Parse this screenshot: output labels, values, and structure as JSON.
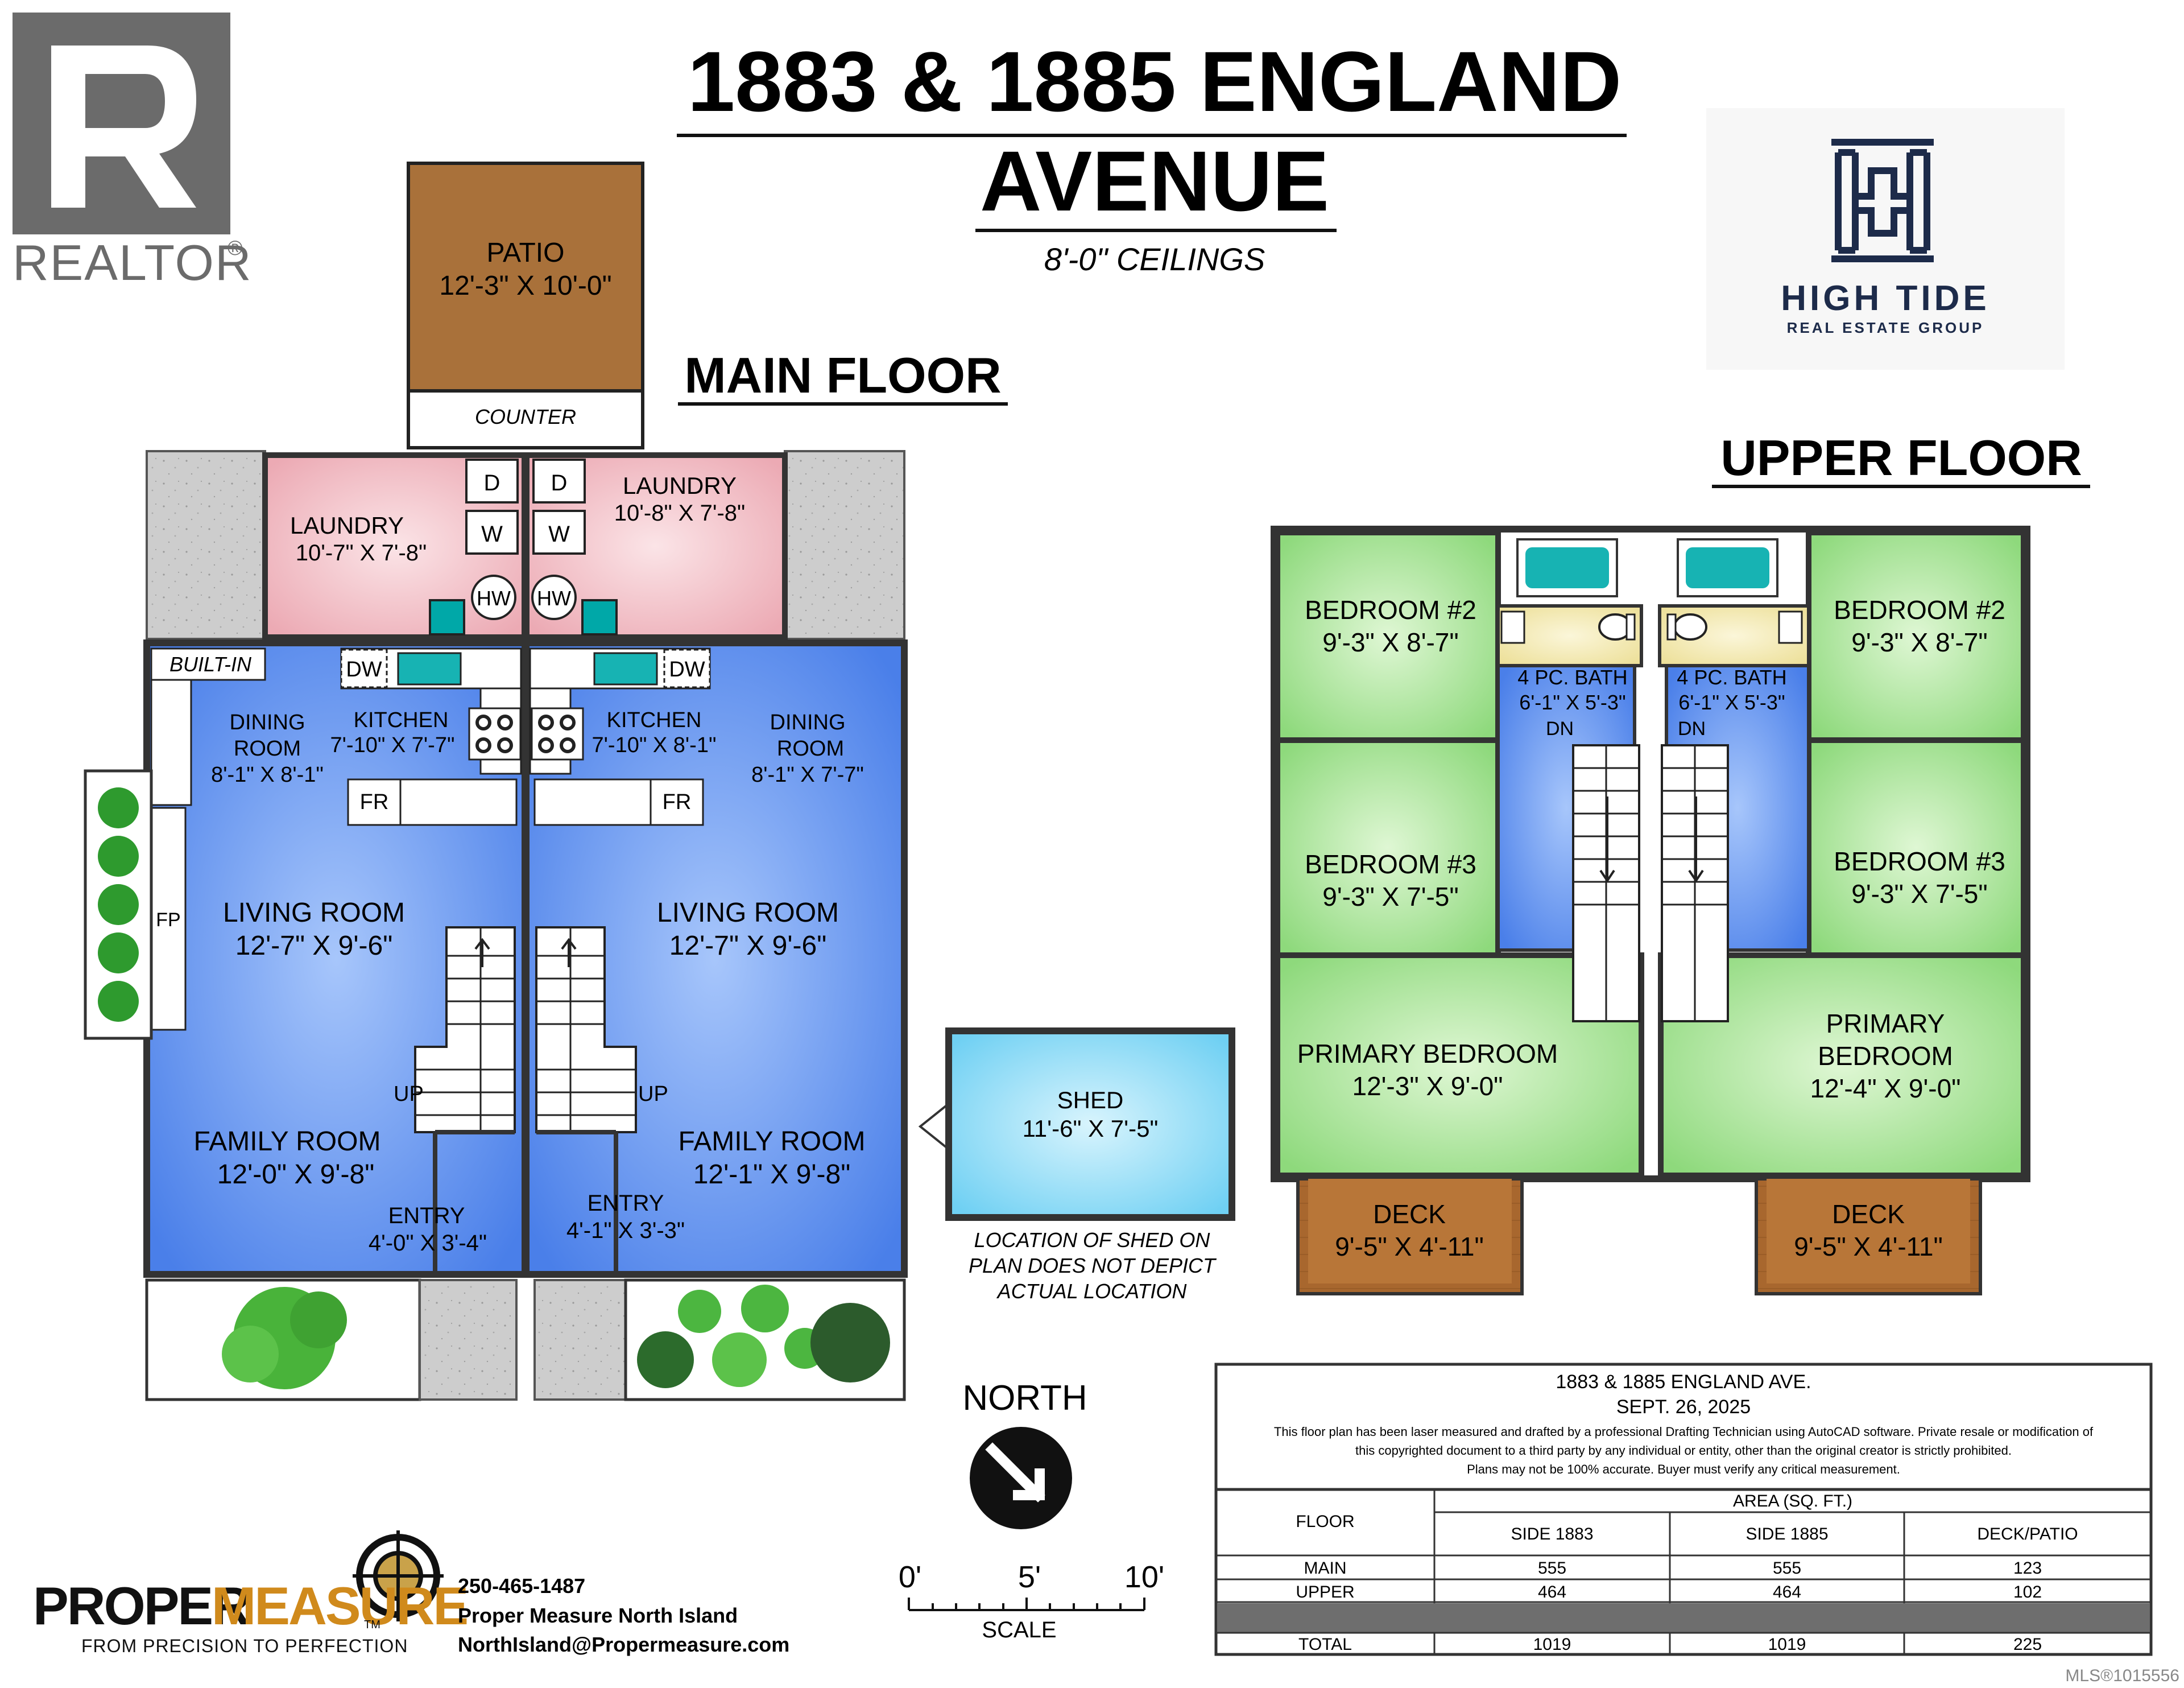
{
  "header": {
    "title_line1": "1883 & 1885 ENGLAND",
    "title_line2": "AVENUE",
    "ceilings": "8'-0\" CEILINGS"
  },
  "realtor": {
    "wordmark": "REALTOR",
    "reg": "®"
  },
  "brokerage": {
    "name": "HIGH TIDE",
    "tagline": "REAL ESTATE GROUP"
  },
  "main_floor": {
    "heading": "MAIN FLOOR",
    "patio": {
      "name": "PATIO",
      "dims": "12'-3\" X 10'-0\""
    },
    "counter": "COUNTER",
    "built_in": "BUILT-IN",
    "fp": "FP",
    "appliances": {
      "dryer": "D",
      "washer": "W",
      "hot_water": "HW",
      "dishwasher": "DW",
      "fridge": "FR"
    },
    "left": {
      "laundry": {
        "name": "LAUNDRY",
        "dims": "10'-7\" X 7'-8\""
      },
      "dining": {
        "name1": "DINING",
        "name2": "ROOM",
        "dims": "8'-1\" X 8'-1\""
      },
      "kitchen": {
        "name": "KITCHEN",
        "dims": "7'-10\" X 7'-7\""
      },
      "living": {
        "name": "LIVING ROOM",
        "dims": "12'-7\" X 9'-6\""
      },
      "family": {
        "name": "FAMILY ROOM",
        "dims": "12'-0\" X 9'-8\""
      },
      "entry": {
        "name": "ENTRY",
        "dims": "4'-0\" X 3'-4\""
      },
      "stairs_label": "UP"
    },
    "right": {
      "laundry": {
        "name": "LAUNDRY",
        "dims": "10'-8\" X 7'-8\""
      },
      "dining": {
        "name1": "DINING",
        "name2": "ROOM",
        "dims": "8'-1\" X 7'-7\""
      },
      "kitchen": {
        "name": "KITCHEN",
        "dims": "7'-10\" X 8'-1\""
      },
      "living": {
        "name": "LIVING ROOM",
        "dims": "12'-7\" X 9'-6\""
      },
      "family": {
        "name": "FAMILY ROOM",
        "dims": "12'-1\" X 9'-8\""
      },
      "entry": {
        "name": "ENTRY",
        "dims": "4'-1\" X 3'-3\""
      },
      "stairs_label": "UP"
    }
  },
  "shed": {
    "name": "SHED",
    "dims": "11'-6\" X 7'-5\"",
    "note_line1": "LOCATION OF SHED ON",
    "note_line2": "PLAN DOES NOT DEPICT",
    "note_line3": "ACTUAL LOCATION"
  },
  "upper_floor": {
    "heading": "UPPER FLOOR",
    "left": {
      "bedroom2": {
        "name": "BEDROOM #2",
        "dims": "9'-3\" X 8'-7\""
      },
      "bedroom3": {
        "name": "BEDROOM #3",
        "dims": "9'-3\" X 7'-5\""
      },
      "bath": {
        "name": "4 PC. BATH",
        "dims": "6'-1\" X 5'-3\""
      },
      "stairs_label": "DN",
      "primary": {
        "name": "PRIMARY BEDROOM",
        "dims": "12'-3\" X 9'-0\""
      },
      "deck": {
        "name": "DECK",
        "dims": "9'-5\" X 4'-11\""
      }
    },
    "right": {
      "bedroom2": {
        "name": "BEDROOM #2",
        "dims": "9'-3\" X 8'-7\""
      },
      "bedroom3": {
        "name": "BEDROOM #3",
        "dims": "9'-3\" X 7'-5\""
      },
      "bath": {
        "name": "4 PC. BATH",
        "dims": "6'-1\" X 5'-3\""
      },
      "stairs_label": "DN",
      "primary": {
        "name1": "PRIMARY",
        "name2": "BEDROOM",
        "dims": "12'-4\" X 9'-0\""
      },
      "deck": {
        "name": "DECK",
        "dims": "9'-5\" X 4'-11\""
      }
    }
  },
  "compass": {
    "label": "NORTH"
  },
  "scale": {
    "t0": "0'",
    "t5": "5'",
    "t10": "10'",
    "label": "SCALE"
  },
  "info_box": {
    "address": "1883 & 1885 ENGLAND AVE.",
    "date": "SEPT. 26, 2025",
    "disclaimer_line1": "This floor plan has been laser measured and drafted by a professional Drafting Technician using AutoCAD software. Private resale or modification of",
    "disclaimer_line2": "this copyrighted document to a third party by any individual or entity, other than the original creator is strictly prohibited.",
    "disclaimer_line3": "Plans may not be 100% accurate.  Buyer must verify any critical measurement.",
    "floor_header": "FLOOR",
    "area_header": "AREA (SQ. FT.)",
    "columns": [
      "SIDE 1883",
      "SIDE 1885",
      "DECK/PATIO"
    ],
    "rows": [
      {
        "floor": "MAIN",
        "values": [
          "555",
          "555",
          "123"
        ]
      },
      {
        "floor": "UPPER",
        "values": [
          "464",
          "464",
          "102"
        ]
      }
    ],
    "total": {
      "floor": "TOTAL",
      "values": [
        "1019",
        "1019",
        "225"
      ]
    }
  },
  "proper_measure": {
    "brand_a": "PROPER",
    "brand_b": "MEASURE",
    "tm": "TM",
    "slogan": "FROM PRECISION TO PERFECTION",
    "phone": "250-465-1487",
    "company": "Proper Measure North Island",
    "email": "NorthIsland@Propermeasure.com"
  },
  "mls": "MLS®1015556",
  "colors": {
    "laundry": "#f2c6cc",
    "living": "#5b8ff0",
    "bedroom": "#9ee08f",
    "bath": "#f3e9a6",
    "deck": "#a8672e",
    "patio": "#a9713a",
    "shed": "#8fdcf6",
    "concrete": "#cfcfcf",
    "brand_navy": "#1d2b4a"
  }
}
